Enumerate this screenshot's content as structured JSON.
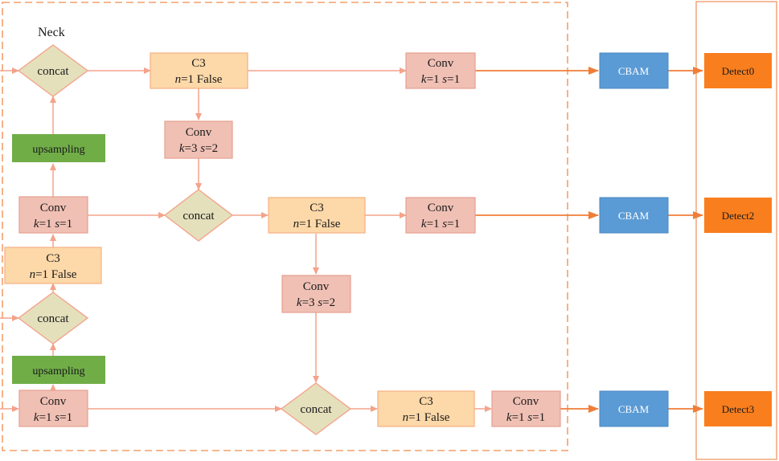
{
  "neck_title": "Neck",
  "labels": {
    "concat": "concat",
    "upsampling": "upsampling",
    "conv": "Conv",
    "c3": "C3",
    "n_var": "n",
    "k_var": "k",
    "s_var": "s",
    "n1_false": "=1 False",
    "eq1": "=1",
    "eq2": "=2",
    "eq3": "=3",
    "cbam": "CBAM"
  },
  "detect": [
    "Detect0",
    "Detect2",
    "Detect3"
  ],
  "colors": {
    "c3_fill": "#fdd8a8",
    "c3_stroke": "#f4b183",
    "conv_fill": "#f0c0b4",
    "conv_stroke": "#e7a090",
    "concat_fill": "#e4e0bc",
    "concat_stroke": "#f4a38b",
    "upsampling_fill": "#70ad47",
    "cbam_fill": "#5b9bd5",
    "detect_fill": "#f97e1e",
    "neck_border": "#f4a06c",
    "head_border": "#f0a070",
    "connector": "#f4a38b",
    "arrow_strong": "#f07d38"
  }
}
